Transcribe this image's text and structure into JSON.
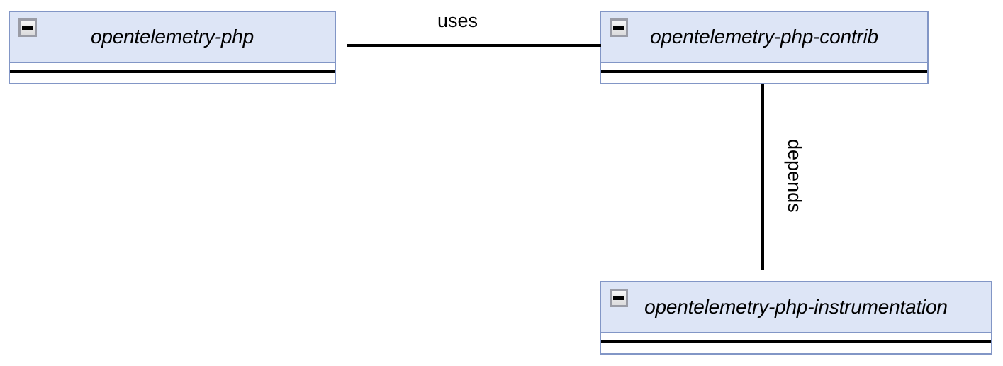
{
  "diagram": {
    "type": "package-diagram",
    "background_color": "#ffffff",
    "node_fill_color": "#dde5f6",
    "node_border_color": "#8296c6",
    "edge_color": "#000000",
    "nodes": [
      {
        "id": "opentelemetry-php",
        "label": "opentelemetry-php",
        "icon": "collapse-minus-icon"
      },
      {
        "id": "opentelemetry-php-contrib",
        "label": "opentelemetry-php-contrib",
        "icon": "collapse-minus-icon"
      },
      {
        "id": "opentelemetry-php-instrumentation",
        "label": "opentelemetry-php-instrumentation",
        "icon": "collapse-minus-icon"
      }
    ],
    "edges": [
      {
        "id": "uses",
        "label": "uses",
        "from": "opentelemetry-php-contrib",
        "to": "opentelemetry-php",
        "direction": "left"
      },
      {
        "id": "depends",
        "label": "depends",
        "from": "opentelemetry-php-contrib",
        "to": "opentelemetry-php-instrumentation",
        "direction": "down"
      }
    ]
  }
}
